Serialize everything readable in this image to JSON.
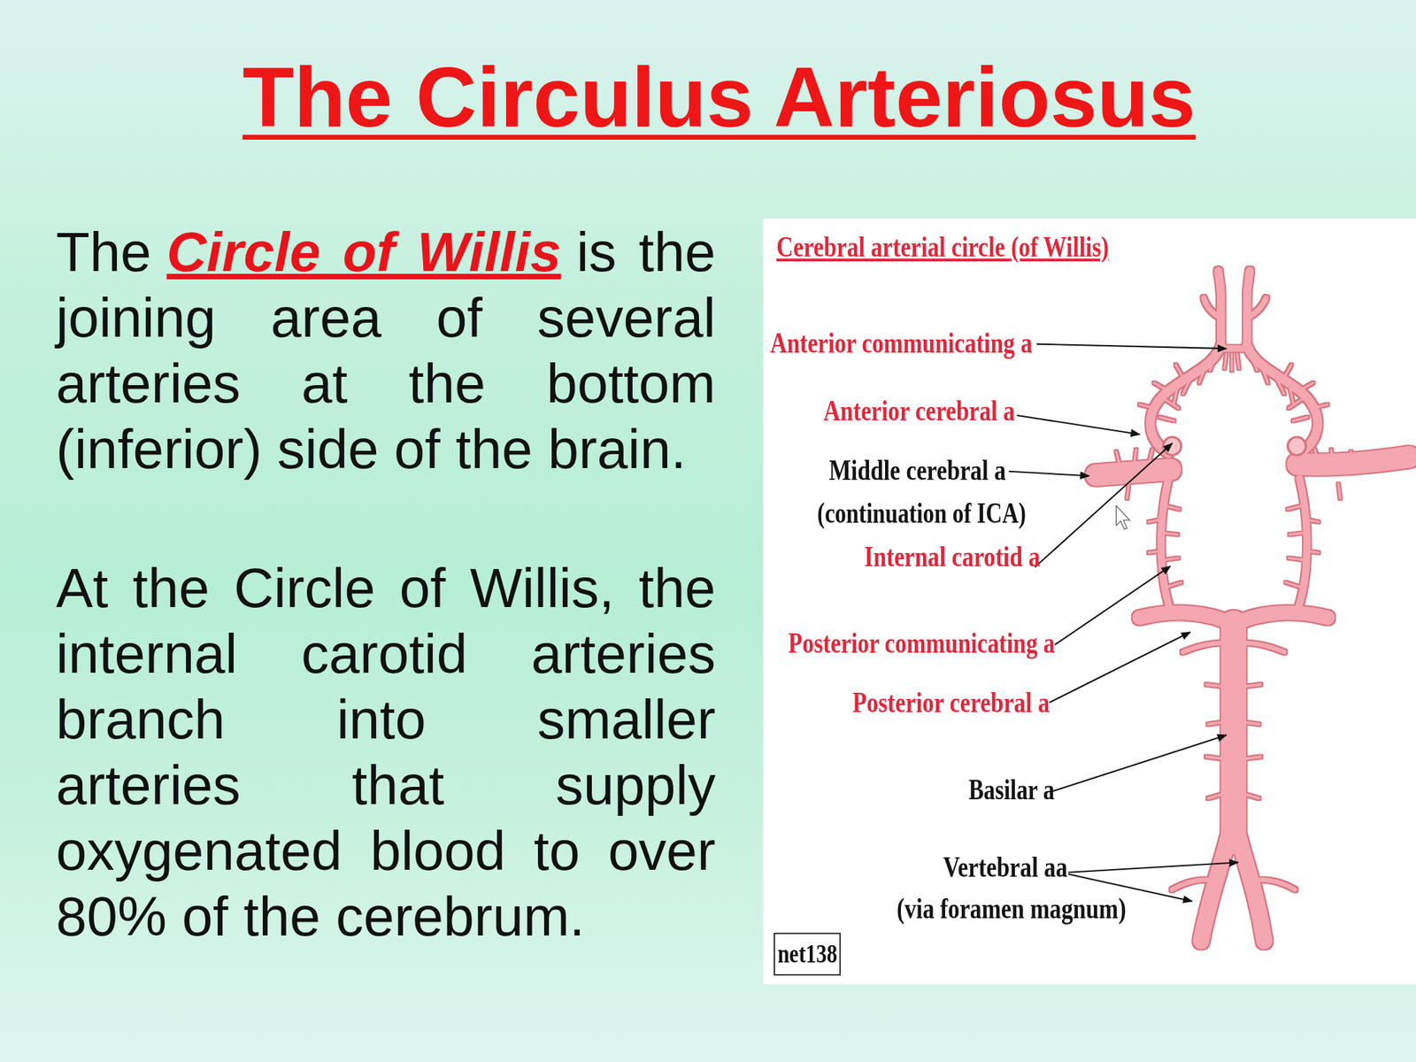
{
  "diagram": {
    "title": "The Circulus Arteriosus",
    "nodes": [
      {
        "text": [
          "net138"
        ]
      }
    ],
    "labels": [
      "The",
      "Circle of Willis",
      "is the joining area of several arteries at the bottom (inferior) side of the brain.",
      "At the Circle of Willis, the internal carotid arteries branch into smaller arteries that supply oxygenated blood to over 80% of the cerebrum.",
      "Cerebral arterial circle (of Willis)",
      "Anterior communicating a",
      "Anterior cerebral a",
      "Middle cerebral a",
      "(continuation of ICA)",
      "Internal carotid a",
      "Posterior communicating a",
      "Posterior cerebral a",
      "Basilar a",
      "Vertebral aa",
      "(via foramen magnum)"
    ]
  }
}
